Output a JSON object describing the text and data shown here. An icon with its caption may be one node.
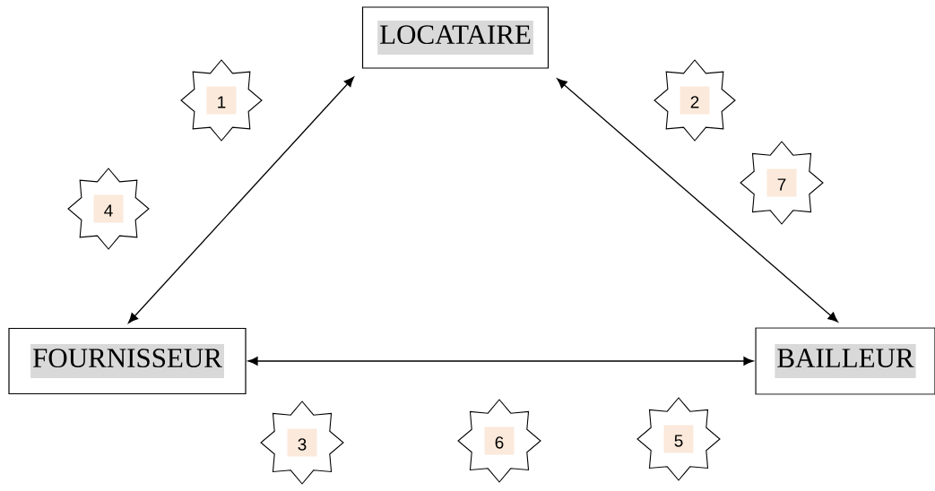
{
  "diagram": {
    "nodes": [
      {
        "text": [
          "LOCATAIRE"
        ]
      },
      {
        "text": [
          "FOURNISSEUR"
        ]
      },
      {
        "text": [
          "BAILLEUR"
        ]
      },
      {
        "text": [
          "1"
        ]
      },
      {
        "text": [
          "2"
        ]
      },
      {
        "text": [
          "7"
        ]
      },
      {
        "text": [
          "4"
        ]
      },
      {
        "text": [
          "3"
        ]
      },
      {
        "text": [
          "6"
        ]
      },
      {
        "text": [
          "5"
        ]
      }
    ],
    "edges": [
      {
        "from": 1,
        "to": 0,
        "arrow": "both"
      },
      {
        "from": 0,
        "to": 2,
        "arrow": "both"
      },
      {
        "from": 1,
        "to": 2,
        "arrow": "both"
      }
    ]
  }
}
